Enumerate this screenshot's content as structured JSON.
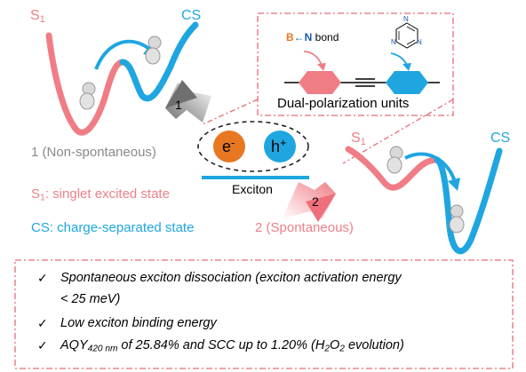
{
  "left_well": {
    "s1_label": "S",
    "s1_sub": "1",
    "cs_label": "CS"
  },
  "right_well": {
    "s1_label": "S",
    "s1_sub": "1",
    "cs_label": "CS"
  },
  "path1": {
    "number": "1",
    "label": "1 (Non-spontaneous)"
  },
  "path2": {
    "number": "2",
    "label": "2 (Spontaneous)"
  },
  "exciton": {
    "electron": "e",
    "electron_sup": "-",
    "hole": "h",
    "hole_sup": "+",
    "label": "Exciton"
  },
  "legend": {
    "s1_prefix": "S",
    "s1_sub": "1",
    "s1_text": ": singlet excited state",
    "cs_text": "CS: charge-separated state"
  },
  "inset": {
    "boron": "B",
    "arrow": "←",
    "nitrogen": "N",
    "bond_text": " bond",
    "triazine_atom": "N",
    "caption": "Dual-polarization units"
  },
  "bullets": {
    "check": "✓",
    "b1_line1": "Spontaneous exciton dissociation (exciton activation energy",
    "b1_line2": "< 25 meV)",
    "b2": "Low exciton binding energy",
    "b3_pre": "AQY",
    "b3_sub": "420 nm",
    "b3_post": " of 25.84% and SCC up to 1.20% (H",
    "b3_h2sub": "2",
    "b3_o": "O",
    "b3_o2sub": "2",
    "b3_end": " evolution)"
  },
  "colors": {
    "pink": "#f07d86",
    "blue": "#1fa6e0",
    "orange": "#e87722",
    "dash": "#e86a78"
  }
}
